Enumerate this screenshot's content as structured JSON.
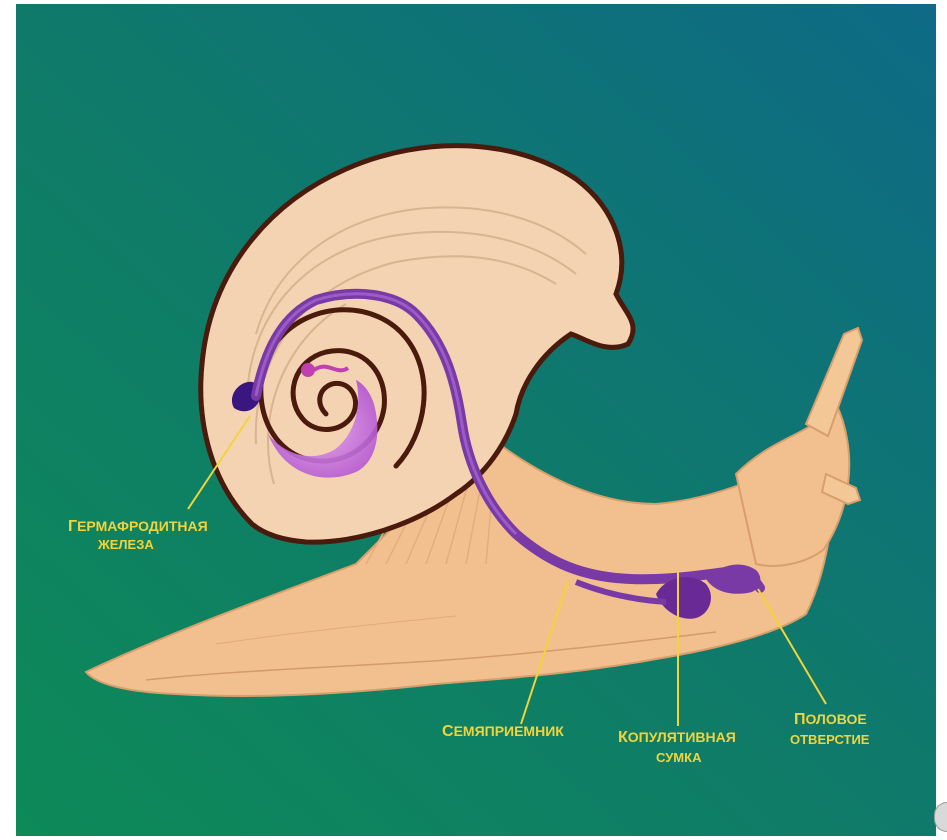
{
  "labels": {
    "hermaphrodite_gland": {
      "prefix": "Г",
      "line1_rest": "ермафродитная",
      "line2": "железа"
    },
    "seminal_receptacle": {
      "prefix": "С",
      "line1_rest": "емяприемник"
    },
    "copulatory_bursa": {
      "prefix": "К",
      "line1_rest": "опулятивная",
      "line2": "сумка"
    },
    "genital_opening": {
      "prefix": "П",
      "line1_rest": "оловое",
      "line2": "отверстие"
    }
  },
  "colors": {
    "background_start": "#0d8a58",
    "background_end": "#0e6a86",
    "body": "#f2c08e",
    "shell": "#f4d3b2",
    "shell_outline": "#4a1a0c",
    "reproductive_tract": "#7a3aa6",
    "gland": "#c070d8",
    "label": "#f2d43a"
  }
}
